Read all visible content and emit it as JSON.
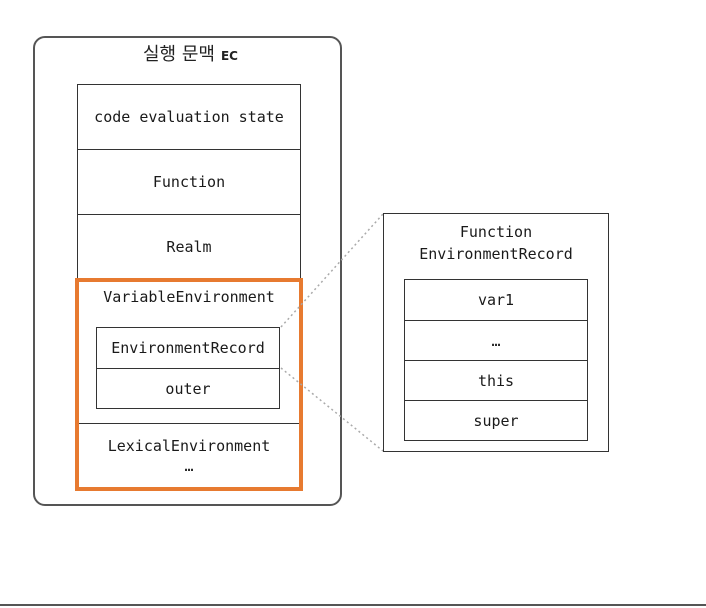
{
  "execution_context": {
    "title": "실행 문맥",
    "abbreviation": "EC",
    "components": [
      "code evaluation state",
      "Function",
      "Realm",
      "VariableEnvironment",
      "LexicalEnvironment"
    ],
    "variable_environment_fields": [
      "EnvironmentRecord",
      "outer"
    ],
    "lexical_ellipsis": "…"
  },
  "function_environment_record": {
    "title_line1": "Function",
    "title_line2": "EnvironmentRecord",
    "items": [
      "var1",
      "…",
      "this",
      "super"
    ]
  },
  "colors": {
    "highlight": "#e77a30",
    "border": "#333333",
    "outer_border": "#555555",
    "connector": "#aaaaaa"
  }
}
